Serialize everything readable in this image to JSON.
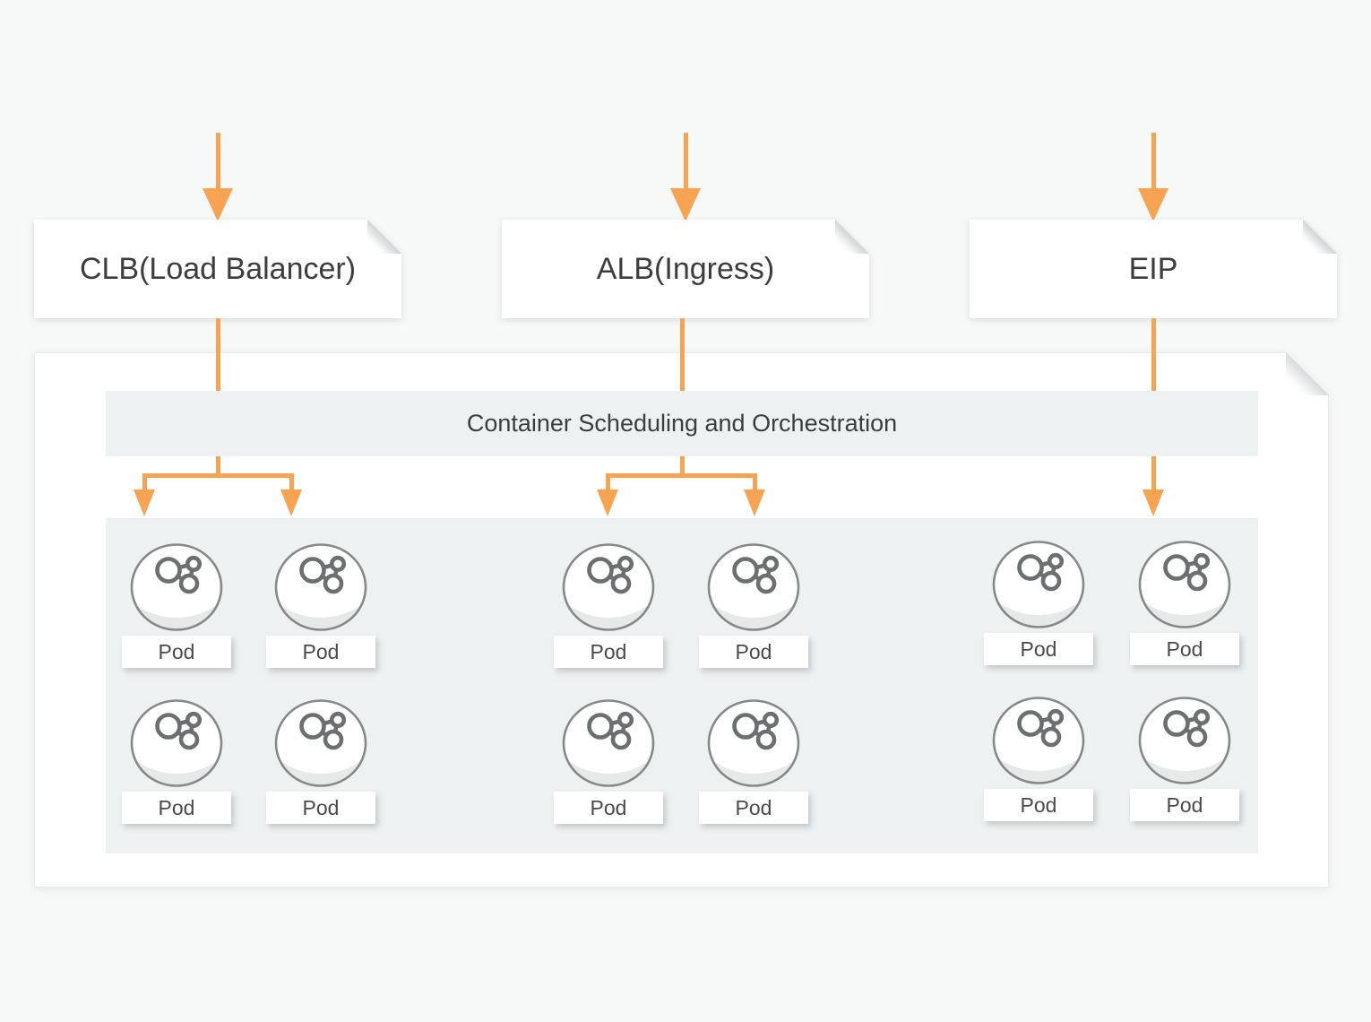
{
  "diagram": {
    "nodes": [
      {
        "id": "clb",
        "label": "CLB(Load Balancer)"
      },
      {
        "id": "alb",
        "label": "ALB(Ingress)"
      },
      {
        "id": "eip",
        "label": "EIP"
      }
    ],
    "cluster": {
      "band_title": "Container Scheduling and Orchestration",
      "pod_label": "Pod",
      "pod_groups": [
        {
          "source": "CLB(Load Balancer)",
          "pod_count": 4
        },
        {
          "source": "ALB(Ingress)",
          "pod_count": 4
        },
        {
          "source": "EIP",
          "pod_count": 4
        }
      ],
      "total_pods": 12
    },
    "icons": {
      "pod": "pod-cylinder-molecule-icon"
    },
    "colors": {
      "arrow_orange": "#F8A351",
      "panel_gray_blue": "#EDF1F2",
      "node_background": "#FFFFFF",
      "page_background": "#F7F8F8",
      "heading_text": "#3D3D3D",
      "pod_text": "#4A4A4A",
      "icon_stroke": "#6C6F70"
    }
  }
}
